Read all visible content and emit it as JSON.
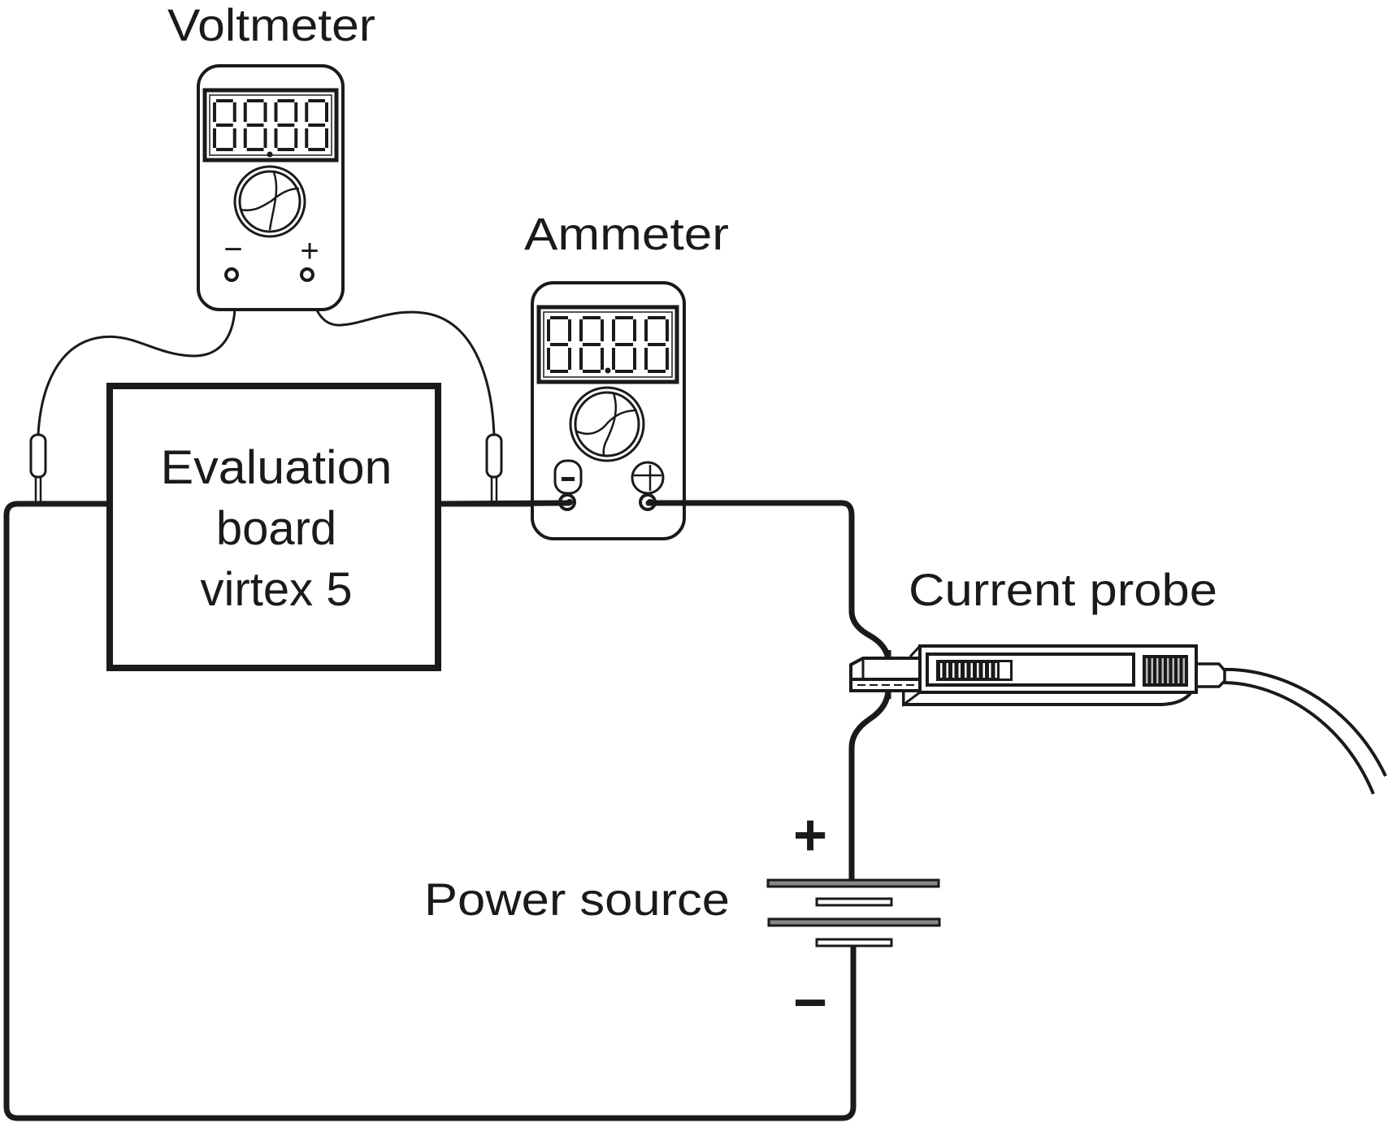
{
  "diagram": {
    "title": "Power measurement setup",
    "labels": {
      "voltmeter": "Voltmeter",
      "ammeter": "Ammeter",
      "board_line1": "Evaluation",
      "board_line2": "board",
      "board_line3": "virtex 5",
      "current_probe": "Current probe",
      "power_source": "Power source",
      "battery_plus": "+",
      "battery_minus": "−",
      "voltmeter_minus": "−",
      "voltmeter_plus": "+"
    },
    "components": [
      {
        "id": "voltmeter",
        "type": "digital-multimeter",
        "display": "88.88",
        "terminals": [
          "-",
          "+"
        ]
      },
      {
        "id": "ammeter",
        "type": "digital-multimeter",
        "display": "88.88",
        "terminals": [
          "-",
          "+"
        ]
      },
      {
        "id": "evaluation-board",
        "type": "block",
        "name": "Evaluation board virtex 5"
      },
      {
        "id": "current-probe",
        "type": "clamp-probe"
      },
      {
        "id": "power-source",
        "type": "battery",
        "cells": 2
      }
    ],
    "connections": [
      {
        "from": "power-source.+",
        "to": "current-probe",
        "note": "wire passes through probe jaw"
      },
      {
        "from": "current-probe",
        "to": "ammeter.+"
      },
      {
        "from": "ammeter.-",
        "to": "evaluation-board.right"
      },
      {
        "from": "evaluation-board.left",
        "to": "power-source.-"
      },
      {
        "from": "voltmeter.-",
        "to": "evaluation-board.left",
        "type": "clip-lead"
      },
      {
        "from": "voltmeter.+",
        "to": "evaluation-board.right",
        "type": "clip-lead"
      }
    ],
    "colors": {
      "ink": "#1a1a1a",
      "background": "#ffffff"
    }
  }
}
